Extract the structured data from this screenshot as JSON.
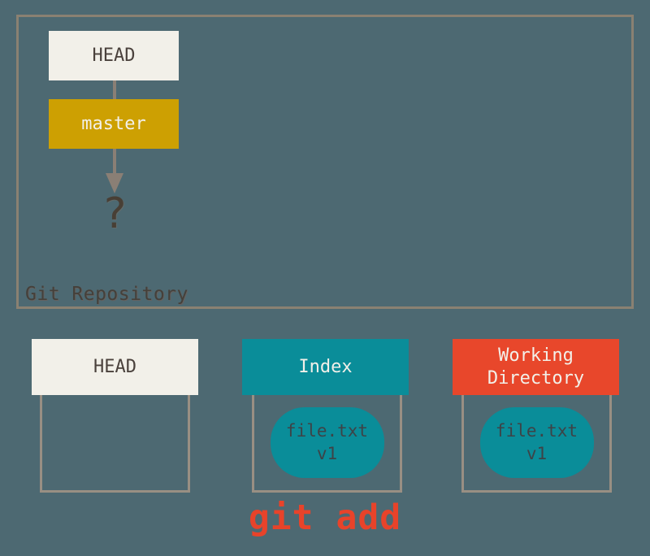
{
  "colors": {
    "background": "#4d6972",
    "repo_border": "#8a8172",
    "connector": "#8a7f75",
    "outline": "#998f83",
    "offwhite": "#f2f0e9",
    "gold": "#cda002",
    "teal": "#0a8d99",
    "orange": "#e8472b",
    "command_red": "#e8432a",
    "dark_text": "#4a413c",
    "light_text": "#f2f0e9",
    "capsule_text": "#3d4347"
  },
  "repository": {
    "label": "Git Repository",
    "head": {
      "label": "HEAD"
    },
    "branch": {
      "label": "master"
    },
    "unknown_commit": "?"
  },
  "areas": {
    "head": {
      "label": "HEAD"
    },
    "index": {
      "label": "Index",
      "file": {
        "name": "file.txt",
        "version": "v1"
      }
    },
    "working_directory": {
      "label": "Working Directory",
      "file": {
        "name": "file.txt",
        "version": "v1"
      }
    }
  },
  "command": {
    "label": "git add"
  }
}
